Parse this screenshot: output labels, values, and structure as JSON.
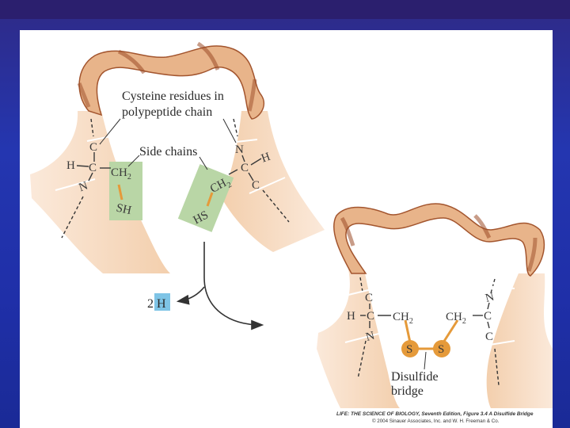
{
  "labels": {
    "cysteine_line1": "Cysteine residues in",
    "cysteine_line2": "polypeptide chain",
    "side_chains": "Side chains",
    "hydrogen_count": "2",
    "hydrogen_atom": "H",
    "disulfide_line1": "Disulfide",
    "disulfide_line2": "bridge"
  },
  "atoms": {
    "left_c_top": "C",
    "left_h": "H",
    "left_c_mid": "C",
    "left_ch2": "CH",
    "left_sub2": "2",
    "left_n": "N",
    "left_sh": "SH",
    "right_n": "N",
    "right_c_mid": "C",
    "right_h": "H",
    "right_ch2": "CH",
    "right_sub2": "2",
    "right_c_low": "C",
    "right_hs": "HS",
    "bridge_c_top": "C",
    "bridge_h": "H",
    "bridge_c_mid": "C",
    "bridge_ch2_left": "CH",
    "bridge_sub_left": "2",
    "bridge_n": "N",
    "bridge_ch2_right": "CH",
    "bridge_sub_right": "2",
    "bridge_n_right": "N",
    "bridge_c_right_mid": "C",
    "bridge_c_right_low": "C",
    "sulfur_left": "S",
    "sulfur_right": "S"
  },
  "credit": {
    "line1_title": "LIFE: THE SCIENCE OF BIOLOGY, Seventh Edition, Figure 3.4 A Disulfide Bridge",
    "line2": "© 2004 Sinauer Associates, Inc. and W. H. Freeman & Co."
  },
  "colors": {
    "ribbon": "#e9b68e",
    "ribbon_dark": "#b8663c",
    "highlight_green": "#b9d6a6",
    "bond_orange": "#e59a3a",
    "hydrogen_box": "#7ec4e6"
  }
}
